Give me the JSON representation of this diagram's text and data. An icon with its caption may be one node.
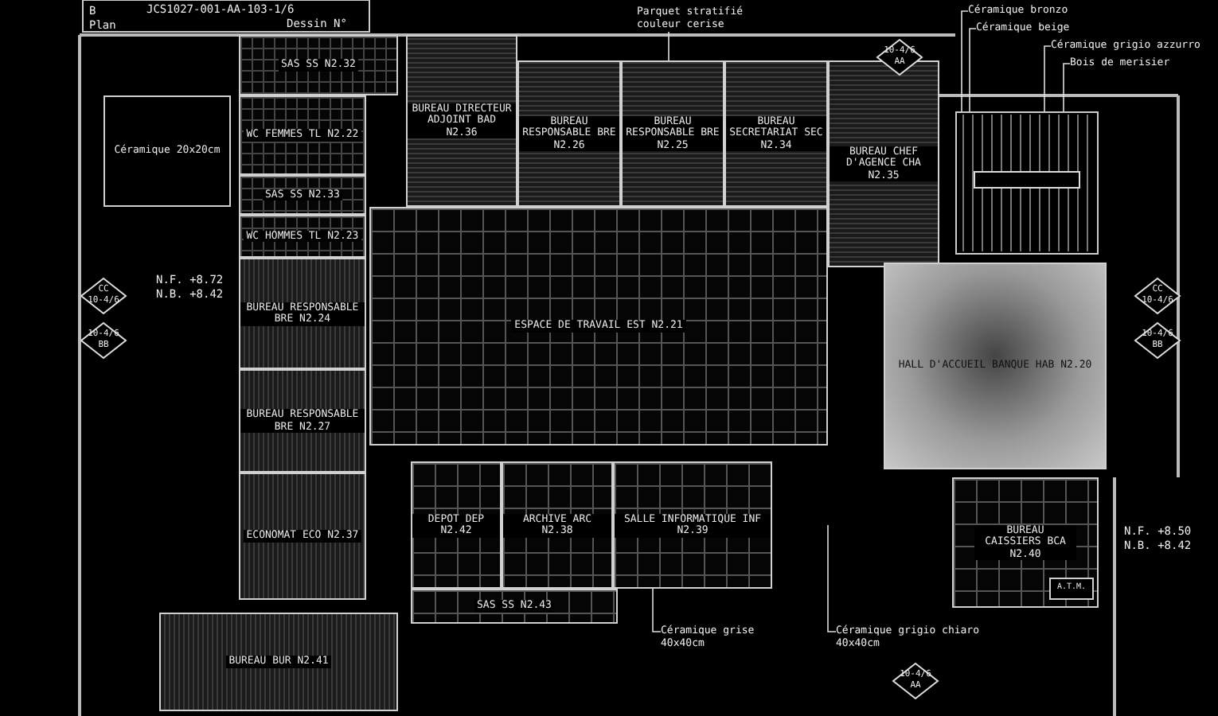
{
  "diagram": {
    "nodes": [
      {
        "text": [
          "SAS SS N2.32"
        ]
      },
      {
        "text": [
          "WC FEMMES TL N2.22"
        ]
      },
      {
        "text": [
          "SAS SS N2.33"
        ]
      },
      {
        "text": [
          "WC HOMMES TL N2.23"
        ]
      },
      {
        "text": [
          "Céramique 20x20cm"
        ]
      },
      {
        "text": [
          "BUREAU DIRECTEUR ADJOINT BAD N2.36"
        ]
      },
      {
        "text": [
          "BUREAU RESPONSABLE BRE N2.26"
        ]
      },
      {
        "text": [
          "BUREAU RESPONSABLE BRE N2.25"
        ]
      },
      {
        "text": [
          "BUREAU SECRETARIAT SEC N2.34"
        ]
      },
      {
        "text": [
          "BUREAU CHEF D'AGENCE CHA N2.35"
        ]
      },
      {
        "text": [
          "BUREAU RESPONSABLE BRE N2.24"
        ]
      },
      {
        "text": [
          "BUREAU RESPONSABLE BRE N2.27"
        ]
      },
      {
        "text": [
          "ECONOMAT ECO N2.37"
        ]
      },
      {
        "text": [
          "ESPACE DE TRAVAIL EST N2.21"
        ]
      },
      {
        "text": [
          "HALL D'ACCUEIL BANQUE HAB N2.20"
        ]
      },
      {
        "text": [
          "DEPOT DEP N2.42"
        ]
      },
      {
        "text": [
          "ARCHIVE ARC N2.38"
        ]
      },
      {
        "text": [
          "SALLE INFORMATIQUE INF N2.39"
        ]
      },
      {
        "text": [
          "SAS SS N2.43"
        ]
      },
      {
        "text": [
          "BUREAU CAISSIERS BCA N2.40"
        ]
      },
      {
        "text": [
          "A.T.M."
        ],
        "in": 19
      },
      {
        "text": [
          "BUREAU BUR N2.41"
        ]
      },
      {
        "text": [
          "Parquet stratifié couleur cerise"
        ]
      },
      {
        "text": [
          "Céramique bronzo"
        ]
      },
      {
        "text": [
          "Céramique beige"
        ]
      },
      {
        "text": [
          "Céramique grigio azzurro"
        ]
      },
      {
        "text": [
          "Bois de merisier"
        ]
      },
      {
        "text": [
          "Céramique grise 40x40cm"
        ]
      },
      {
        "text": [
          "Céramique grigio chiaro 40x40cm"
        ]
      },
      {
        "text": [],
        "shape": "picture"
      }
    ],
    "edges": [
      {
        "from": 22,
        "to": 7,
        "arrow": "none"
      },
      {
        "from": 23,
        "to": 29,
        "arrow": "none"
      },
      {
        "from": 24,
        "to": 29,
        "arrow": "none"
      },
      {
        "from": 25,
        "to": 29,
        "arrow": "none"
      },
      {
        "from": 26,
        "to": 29,
        "arrow": "none"
      },
      {
        "from": 27,
        "to": 17,
        "arrow": "none"
      },
      {
        "from": 28,
        "to": null,
        "arrow": "none"
      }
    ],
    "labels": [
      "B",
      "Plan",
      "JCS1027-001-AA-103-1/6",
      "Dessin N°",
      "10-4/6",
      "AA",
      "CC",
      "10-4/6",
      "10-4/6",
      "BB",
      "N.F. +8.72",
      "N.B. +8.42",
      "CC",
      "10-4/6",
      "10-4/6",
      "BB",
      "N.F. +8.50",
      "N.B. +8.42",
      "10-4/6",
      "AA"
    ]
  }
}
